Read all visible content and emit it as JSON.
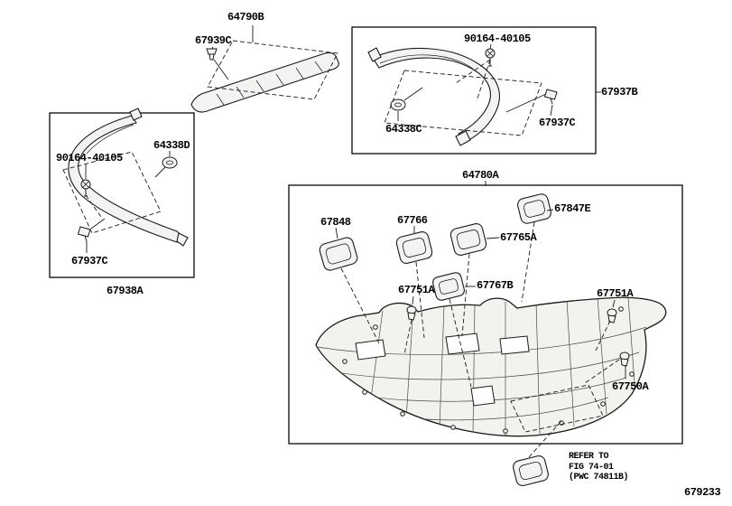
{
  "parts": {
    "p64790B": "64790B",
    "p67939C": "67939C",
    "screw_top": "90164-40105",
    "p67937B": "67937B",
    "p67937C_top": "67937C",
    "p64338C": "64338C",
    "p64338D": "64338D",
    "screw_left": "90164-40105",
    "p67937C_left": "67937C",
    "p67938A": "67938A",
    "p64780A": "64780A",
    "p67848": "67848",
    "p67766": "67766",
    "p67847E": "67847E",
    "p67765A": "67765A",
    "p67767B": "67767B",
    "p67751A_left": "67751A",
    "p67751A_right": "67751A",
    "p67750A": "67750A"
  },
  "note": {
    "line1": "REFER TO",
    "line2": "FIG 74-01",
    "line3": "(PWC 74811B)"
  },
  "figure_code": "679233",
  "colors": {
    "line": "#1a1a1a",
    "part_fill": "#f4f3f1",
    "background": "#ffffff"
  }
}
